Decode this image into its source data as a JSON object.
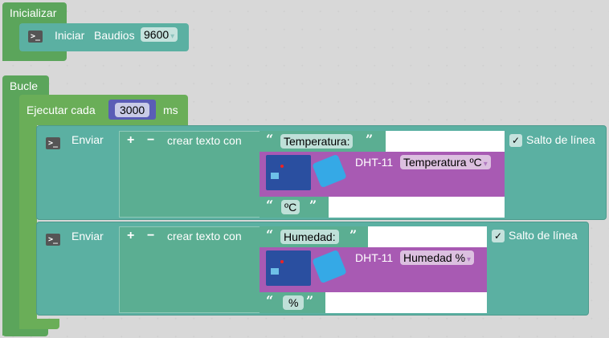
{
  "init_block": {
    "label": "Inicializar",
    "serial_begin": {
      "label": "Iniciar",
      "baud_label": "Baudios",
      "baud_value": "9600",
      "dropdown_arrow": "▾"
    }
  },
  "loop_block": {
    "label": "Bucle",
    "every": {
      "label": "Ejecutar cada",
      "value": "3000",
      "unit": "ms"
    }
  },
  "send_blocks": [
    {
      "label": "Enviar",
      "plus": "+",
      "minus": "−",
      "join_label": "crear texto con",
      "text1": "Temperatura:",
      "sensor_label": "DHT-11",
      "sensor_option": "Temperatura ºC",
      "text2": "ºC",
      "newline_label": "Salto de línea",
      "newline_checked": true
    },
    {
      "label": "Enviar",
      "plus": "+",
      "minus": "−",
      "join_label": "crear texto con",
      "text1": "Humedad:",
      "sensor_label": "DHT-11",
      "sensor_option": "Humedad %",
      "text2": "%",
      "newline_label": "Salto de línea",
      "newline_checked": true
    }
  ],
  "glyphs": {
    "open_quote": "“",
    "close_quote": "”",
    "check": "✓",
    "dropdown": "▾",
    "terminal": ">_"
  },
  "colors": {
    "event_green": "#5ba55b",
    "loop_green": "#6aae58",
    "serial_teal": "#5bb0a2",
    "text_teal": "#5bae92",
    "sensor_purple": "#a85ab3",
    "number_indigo": "#5a5db6"
  }
}
